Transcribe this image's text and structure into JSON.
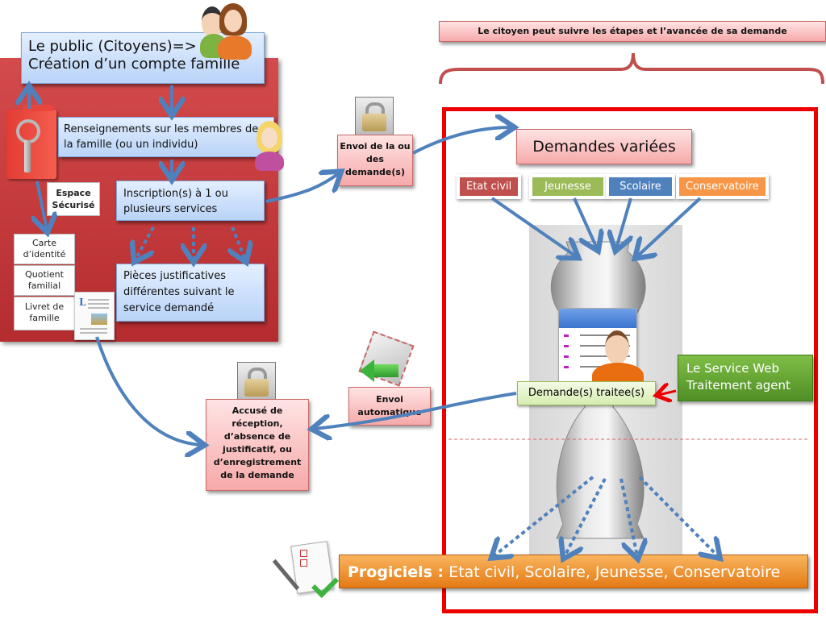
{
  "left_panel": {
    "title_line1": "Le public (Citoyens)=>",
    "title_line2": "Création d’un compte famille",
    "info_box": "Renseignements sur les membres de la famille (ou un individu)",
    "secure_label": "Espace Sécurisé",
    "registration_box": "Inscription(s) à 1 ou plusieurs services",
    "documents_box": "Pièces justificatives différentes suivant le service demandé",
    "documents": [
      "Carte d’identité",
      "Quotient familial",
      "Livret de famille"
    ]
  },
  "send_box": "Envoi de la ou des demande(s)",
  "tracking_banner": "Le citoyen  peut suivre les étapes et l’avancée de sa demande",
  "right_panel": {
    "requests_title": "Demandes variées",
    "categories": [
      {
        "label": "Etat civil",
        "color": "#c0504d"
      },
      {
        "label": "Jeunesse",
        "color": "#9bbb59"
      },
      {
        "label": "Scolaire",
        "color": "#4f81bd"
      },
      {
        "label": "Conservatoire",
        "color": "#f79646"
      }
    ],
    "processed_label": "Demande(s) traitee(s)",
    "web_service": "Le Service Web Traitement agent",
    "software_bold": "Progiciels :",
    "software_list": " Etat civil, Scolaire, Jeunesse, Conservatoire"
  },
  "auto_send": "Envoi automatique",
  "receipt_box": "Accusé  de réception, d’absence de justificatif, ou d’enregistrement de la demande",
  "colors": {
    "panel_red": "#c8393b",
    "frame_red": "#ee0000",
    "arrow_blue": "#4f81bd",
    "green": "#6aa33a",
    "orange": "#f08a24"
  }
}
